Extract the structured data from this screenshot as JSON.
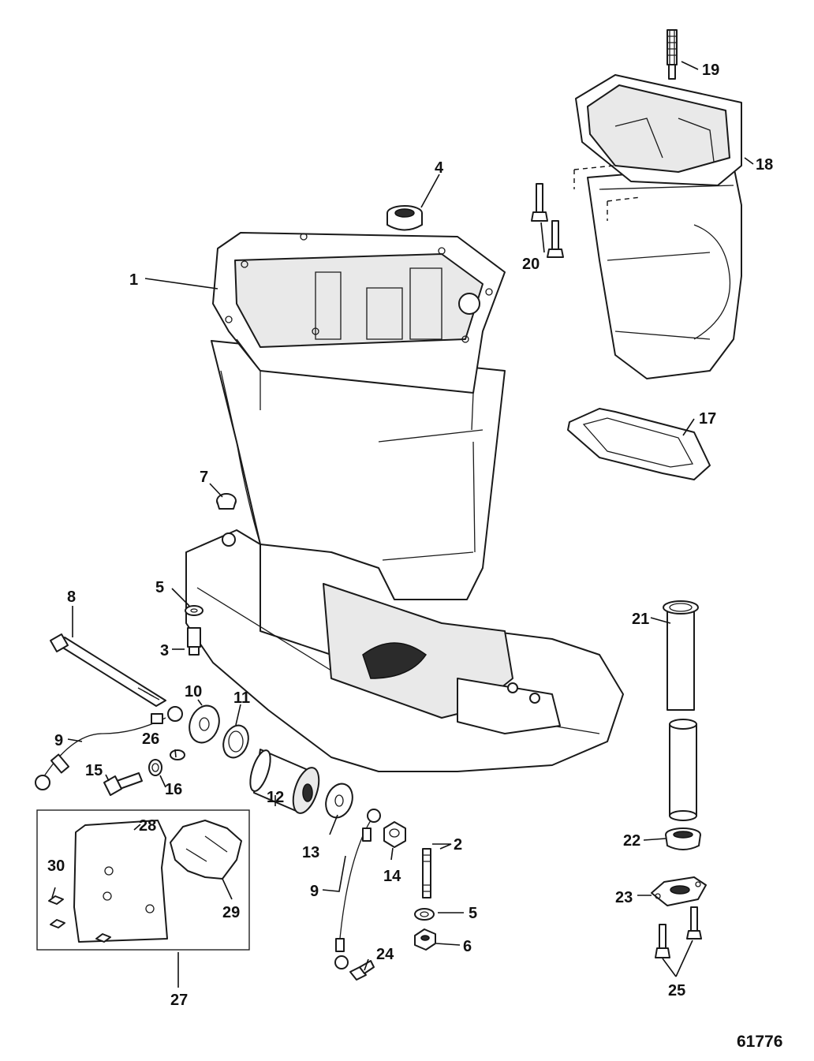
{
  "diagram": {
    "figure_number": "61776",
    "callouts": {
      "c1": "1",
      "c2": "2",
      "c3": "3",
      "c4": "4",
      "c5a": "5",
      "c5b": "5",
      "c6": "6",
      "c7": "7",
      "c8": "8",
      "c9a": "9",
      "c9b": "9",
      "c10": "10",
      "c11": "11",
      "c12": "12",
      "c13": "13",
      "c14": "14",
      "c15": "15",
      "c16": "16",
      "c17": "17",
      "c18": "18",
      "c19": "19",
      "c20": "20",
      "c21": "21",
      "c22": "22",
      "c23": "23",
      "c24": "24",
      "c25": "25",
      "c26": "26",
      "c27": "27",
      "c28": "28",
      "c29": "29",
      "c30": "30"
    }
  }
}
